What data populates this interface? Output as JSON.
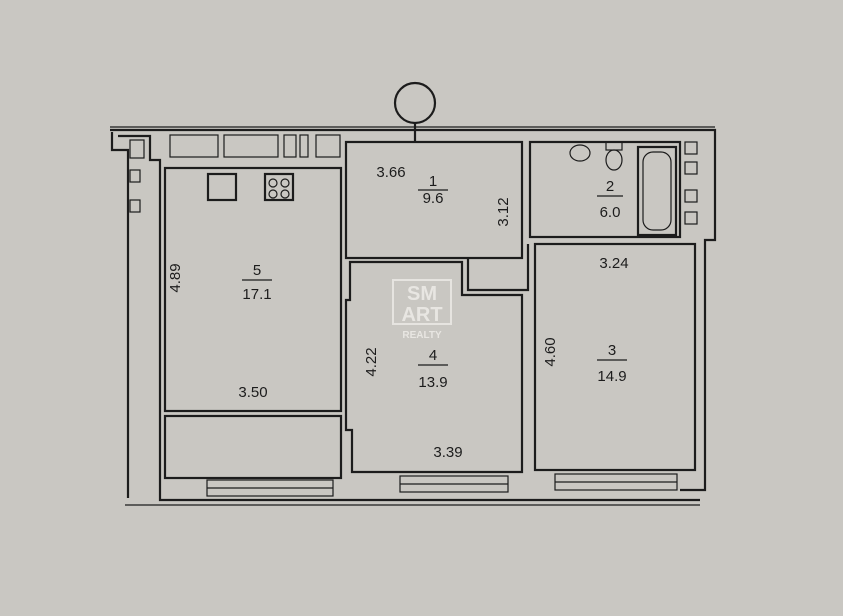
{
  "plan": {
    "rooms": [
      {
        "number": "1",
        "area": "9.6",
        "dims": [
          "3.66",
          "3.12"
        ]
      },
      {
        "number": "2",
        "area": "6.0",
        "dims": []
      },
      {
        "number": "3",
        "area": "14.9",
        "dims": [
          "3.24",
          "4.60"
        ]
      },
      {
        "number": "4",
        "area": "13.9",
        "dims": [
          "4.22",
          "3.39"
        ]
      },
      {
        "number": "5",
        "area": "17.1",
        "dims": [
          "4.89",
          "3.50"
        ]
      }
    ]
  },
  "watermark": {
    "line1": "SM",
    "line2": "ART",
    "line3": "REALTY"
  }
}
